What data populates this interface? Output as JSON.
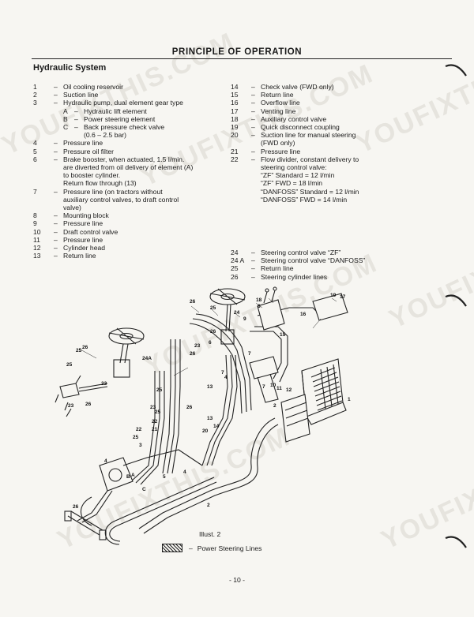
{
  "watermark": "YOUFIXTHIS.COM",
  "header": {
    "title": "PRINCIPLE OF OPERATION"
  },
  "section": {
    "title": "Hydraulic System"
  },
  "legend_left": [
    {
      "num": "1",
      "text": "Oil cooling reservoir"
    },
    {
      "num": "2",
      "text": "Suction line"
    },
    {
      "num": "3",
      "text": "Hydraulic pump, dual element gear type",
      "subs": [
        {
          "letter": "A",
          "text": "Hydraulic lift element"
        },
        {
          "letter": "B",
          "text": "Power steering element"
        },
        {
          "letter": "C",
          "text": "Back pressure check valve",
          "cont": "(0.6 – 2.5 bar)"
        }
      ]
    },
    {
      "num": "4",
      "text": "Pressure line"
    },
    {
      "num": "5",
      "text": "Pressure oil filter"
    },
    {
      "num": "6",
      "text": "Brake booster, when actuated, 1.5 l/min.",
      "cont": [
        "are diverted from oil delivery of element (A)",
        "to booster cylinder.",
        "Return flow through (13)"
      ]
    },
    {
      "num": "7",
      "text": "Pressure line (on tractors without",
      "cont": [
        "auxiliary control valves, to draft control",
        "valve)"
      ]
    },
    {
      "num": "8",
      "text": "Mounting block"
    },
    {
      "num": "9",
      "text": "Pressure line"
    },
    {
      "num": "10",
      "text": "Draft control valve"
    },
    {
      "num": "11",
      "text": "Pressure line"
    },
    {
      "num": "12",
      "text": "Cylinder head"
    },
    {
      "num": "13",
      "text": "Return line"
    }
  ],
  "legend_right": [
    {
      "num": "14",
      "text": "Check valve (FWD only)"
    },
    {
      "num": "15",
      "text": "Return line"
    },
    {
      "num": "16",
      "text": "Overflow line"
    },
    {
      "num": "17",
      "text": "Venting line"
    },
    {
      "num": "18",
      "text": "Auxiliary control valve"
    },
    {
      "num": "19",
      "text": "Quick disconnect coupling"
    },
    {
      "num": "20",
      "text": "Suction line for manual steering",
      "cont": [
        "(FWD only)"
      ]
    },
    {
      "num": "21",
      "text": "Pressure line"
    },
    {
      "num": "22",
      "text": "Flow divider, constant delivery to",
      "cont": [
        "steering control valve:",
        "“ZF” Standard = 12 l/min",
        "“ZF” FWD = 18 l/min",
        "“DANFOSS” Standard = 12 l/min",
        "“DANFOSS” FWD = 14 l/min"
      ]
    }
  ],
  "legend_right2": [
    {
      "num": "24",
      "text": "Steering control valve “ZF”"
    },
    {
      "num": "24 A",
      "text": "Steering control valve “DANFOSS”"
    },
    {
      "num": "25",
      "text": "Return line"
    },
    {
      "num": "26",
      "text": "Steering cylinder lines"
    }
  ],
  "dash": "–",
  "diagram_labels": [
    "26",
    "25",
    "24",
    "9",
    "18",
    "8",
    "19",
    "17",
    "16",
    "15",
    "26",
    "23",
    "6",
    "26",
    "25",
    "24A",
    "25",
    "23",
    "26",
    "23",
    "26",
    "1",
    "7",
    "7",
    "4",
    "13",
    "7",
    "10",
    "11",
    "12",
    "2",
    "25",
    "22",
    "21",
    "3",
    "4",
    "B",
    "5",
    "A",
    "C",
    "4",
    "20",
    "14",
    "13",
    "2",
    "26",
    "23",
    "26",
    "25",
    "25",
    "22"
  ],
  "caption": "Illust. 2",
  "key": {
    "label": "Power Steering Lines"
  },
  "page_number": "- 10 -"
}
